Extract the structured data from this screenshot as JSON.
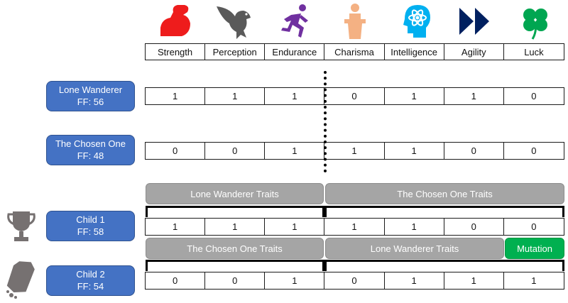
{
  "stats": {
    "labels": [
      "Strength",
      "Perception",
      "Endurance",
      "Charisma",
      "Intelligence",
      "Agility",
      "Luck"
    ],
    "icons": [
      "flexed-arm-icon",
      "eagle-icon",
      "running-person-icon",
      "speaker-podium-icon",
      "atom-head-icon",
      "fast-forward-icon",
      "clover-icon"
    ]
  },
  "parents": [
    {
      "name": "Lone Wanderer",
      "ff": "FF: 56",
      "values": [
        "1",
        "1",
        "1",
        "0",
        "1",
        "1",
        "0"
      ]
    },
    {
      "name": "The Chosen One",
      "ff": "FF: 48",
      "values": [
        "0",
        "0",
        "1",
        "1",
        "1",
        "0",
        "0"
      ]
    }
  ],
  "children": [
    {
      "name": "Child 1",
      "ff": "FF: 58",
      "values": [
        "1",
        "1",
        "1",
        "1",
        "1",
        "0",
        "0"
      ],
      "traits": [
        "Lone Wanderer Traits",
        "The Chosen One Traits"
      ],
      "icon": "trophy-icon"
    },
    {
      "name": "Child 2",
      "ff": "FF: 54",
      "values": [
        "0",
        "0",
        "1",
        "0",
        "1",
        "1",
        "1"
      ],
      "traits": [
        "The Chosen One Traits",
        "Lone Wanderer Traits",
        "Mutation"
      ],
      "icon": "tombstone-icon"
    }
  ],
  "colors": {
    "pill": "#4472c4",
    "trait": "#a5a5a5",
    "mutation": "#00b050"
  }
}
